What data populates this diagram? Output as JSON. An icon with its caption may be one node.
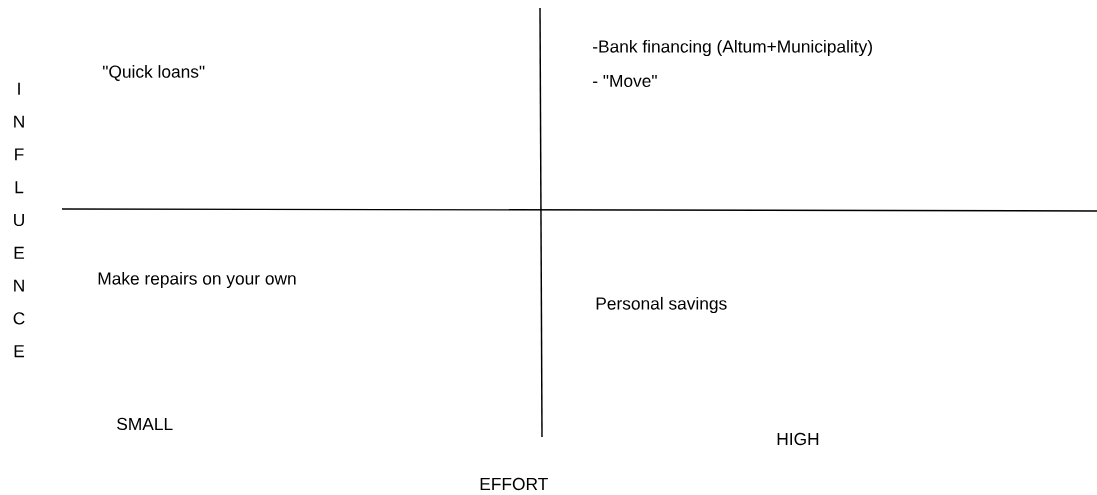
{
  "diagram": {
    "labels": [
      "-Bank financing (Altum+Municipality)",
      "\"Quick loans\"",
      "- \"Move\"",
      "INFLUENCE",
      "Make repairs on your own",
      "Personal savings",
      "SMALL",
      "HIGH",
      "EFFORT"
    ]
  }
}
